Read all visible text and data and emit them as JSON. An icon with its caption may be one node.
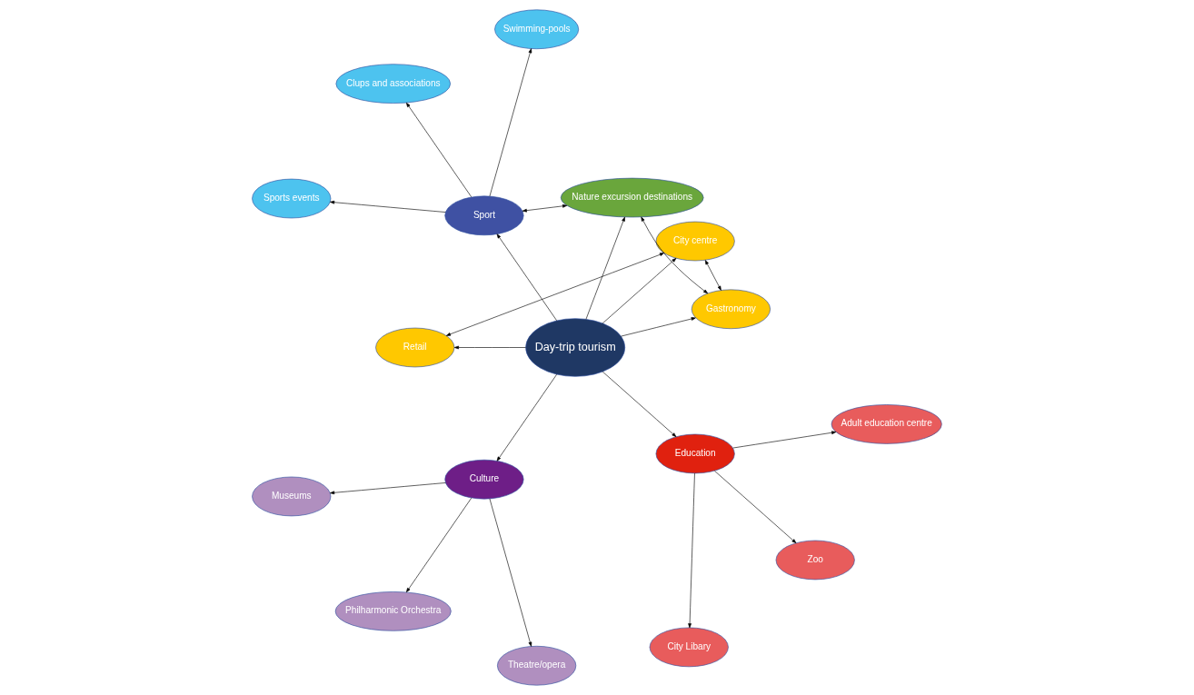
{
  "diagram": {
    "nodes": [
      {
        "text": [
          "Swimming-pools"
        ]
      },
      {
        "text": [
          "Gastronomy"
        ]
      },
      {
        "text": [
          "Clups and associations"
        ]
      },
      {
        "text": [
          "City centre"
        ]
      },
      {
        "text": [
          "Nature excursion destinations"
        ]
      },
      {
        "text": [
          "Sport"
        ]
      },
      {
        "text": [
          "Sports events"
        ]
      },
      {
        "text": [
          "Retail"
        ]
      },
      {
        "text": [
          "Day-trip tourism"
        ]
      },
      {
        "text": [
          "Culture"
        ]
      },
      {
        "text": [
          "City Libary"
        ]
      },
      {
        "text": [
          "Education"
        ]
      },
      {
        "text": [
          "Museums"
        ]
      },
      {
        "text": [
          "Philharmonic Orchestra"
        ]
      },
      {
        "text": [
          "Zoo"
        ]
      },
      {
        "text": [
          "Theatre/opera"
        ]
      },
      {
        "text": [
          "Adult education centre"
        ]
      }
    ],
    "edges": [
      {
        "from": 8,
        "to": 5,
        "arrow": "to"
      },
      {
        "from": 8,
        "to": 4,
        "arrow": "to"
      },
      {
        "from": 8,
        "to": 1,
        "arrow": "to"
      },
      {
        "from": 8,
        "to": 3,
        "arrow": "to"
      },
      {
        "from": 8,
        "to": 7,
        "arrow": "to"
      },
      {
        "from": 8,
        "to": 11,
        "arrow": "to"
      },
      {
        "from": 8,
        "to": 9,
        "arrow": "to"
      },
      {
        "from": 5,
        "to": 2,
        "arrow": "to"
      },
      {
        "from": 5,
        "to": 0,
        "arrow": "to"
      },
      {
        "from": 5,
        "to": 6,
        "arrow": "to"
      },
      {
        "from": 5,
        "to": 4,
        "arrow": "both"
      },
      {
        "from": 4,
        "to": 1,
        "arrow": "both"
      },
      {
        "from": 1,
        "to": 3,
        "arrow": "both"
      },
      {
        "from": 3,
        "to": 7,
        "arrow": "both"
      },
      {
        "from": 11,
        "to": 10,
        "arrow": "to"
      },
      {
        "from": 11,
        "to": 14,
        "arrow": "to"
      },
      {
        "from": 11,
        "to": 16,
        "arrow": "to"
      },
      {
        "from": 9,
        "to": 12,
        "arrow": "to"
      },
      {
        "from": 9,
        "to": 15,
        "arrow": "to"
      },
      {
        "from": 9,
        "to": 13,
        "arrow": "to"
      }
    ]
  }
}
